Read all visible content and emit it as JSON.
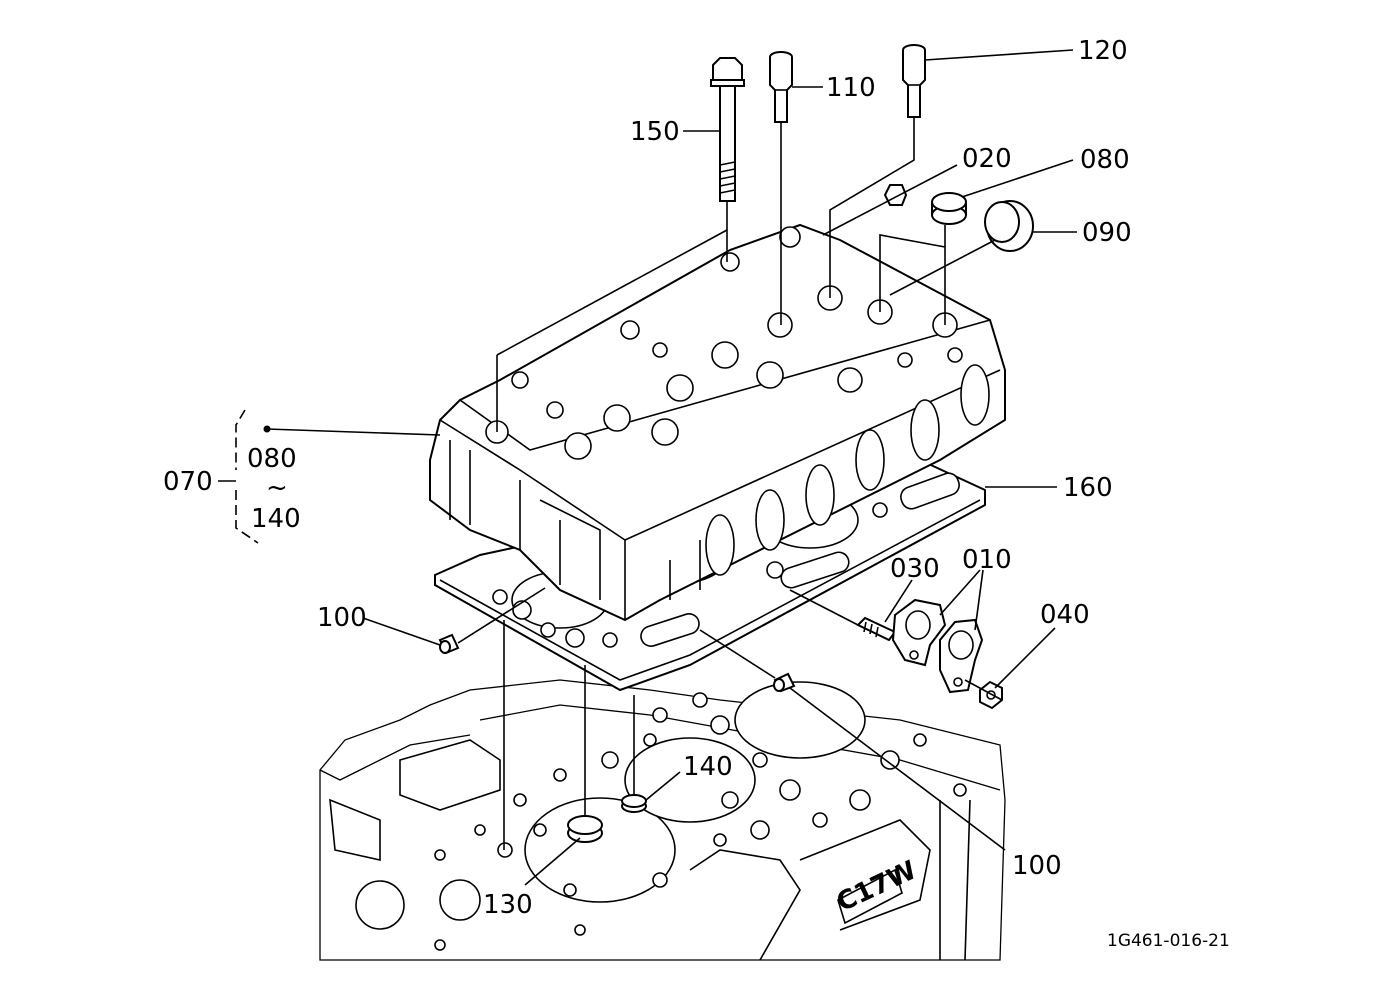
{
  "diagram": {
    "code": "1G461-016-21",
    "block_mark": "C17W",
    "callouts": {
      "p010": "010",
      "p020": "020",
      "p030": "030",
      "p040": "040",
      "p070": "070",
      "p080": "080",
      "p080_group": "080",
      "p090": "090",
      "p100_left": "100",
      "p100_right": "100",
      "p110": "110",
      "p120": "120",
      "p130": "130",
      "p140": "140",
      "p140_group": "140",
      "p150": "150",
      "p160": "160",
      "range_mark": "~"
    }
  }
}
